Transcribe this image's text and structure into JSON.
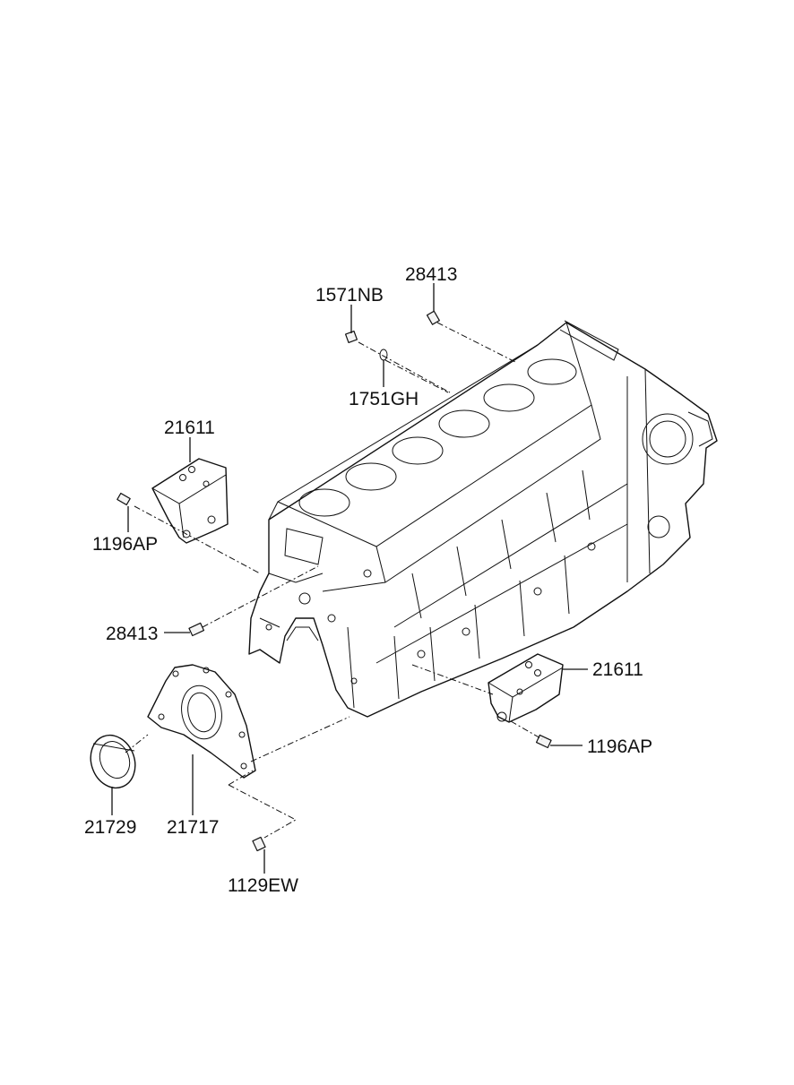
{
  "labels": {
    "bolt_top_right": "28413",
    "nut_top": "1571NB",
    "ring_top": "1751GH",
    "bracket_left": "21611",
    "bolt_left_bracket": "1196AP",
    "bolt_left_block": "28413",
    "bracket_right": "21611",
    "bolt_right_bracket": "1196AP",
    "oil_seal": "21729",
    "seal_case": "21717",
    "case_bolt": "1129EW"
  }
}
